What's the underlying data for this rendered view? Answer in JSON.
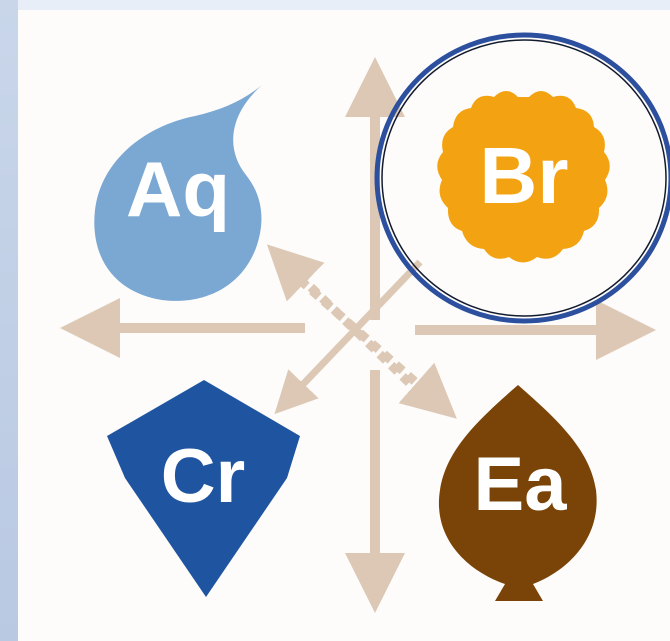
{
  "labels": {
    "aq": "Aq",
    "br": "Br",
    "cr": "Cr",
    "ea": "Ea"
  },
  "colors": {
    "aq": "#7ba8d3",
    "br": "#f3a312",
    "cr": "#1f55a0",
    "ea": "#7a4408",
    "arrow": "#dcc8b5",
    "highlight_ring": "#2c4f9e",
    "background": "#fdfcfa"
  },
  "highlight": "br"
}
